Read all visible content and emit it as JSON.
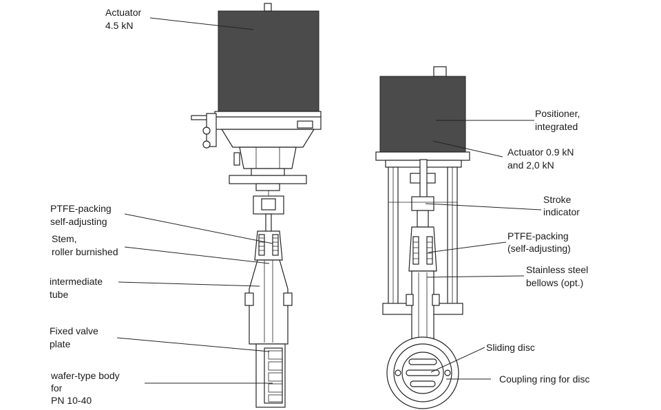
{
  "labels": {
    "actuator_4_5": [
      "Actuator",
      "4.5 kN"
    ],
    "ptfe_left": [
      "PTFE-packing",
      "self-adjusting"
    ],
    "stem": [
      "Stem,",
      "roller burnished"
    ],
    "intermediate_tube": [
      "intermediate",
      "tube"
    ],
    "fixed_plate": [
      "Fixed valve",
      "plate"
    ],
    "wafer_body": [
      "wafer-type body",
      "for",
      "PN 10-40"
    ],
    "positioner": [
      "Positioner,",
      "integrated"
    ],
    "actuator_0_9": [
      "Actuator 0.9 kN",
      "and 2,0 kN"
    ],
    "stroke": [
      "Stroke",
      "indicator"
    ],
    "ptfe_right": [
      "PTFE-packing",
      "(self-adjusting)"
    ],
    "bellows": [
      "Stainless steel",
      "bellows (opt.)"
    ],
    "sliding_disc": [
      "Sliding disc"
    ],
    "coupling_ring": [
      "Coupling ring for disc"
    ]
  }
}
